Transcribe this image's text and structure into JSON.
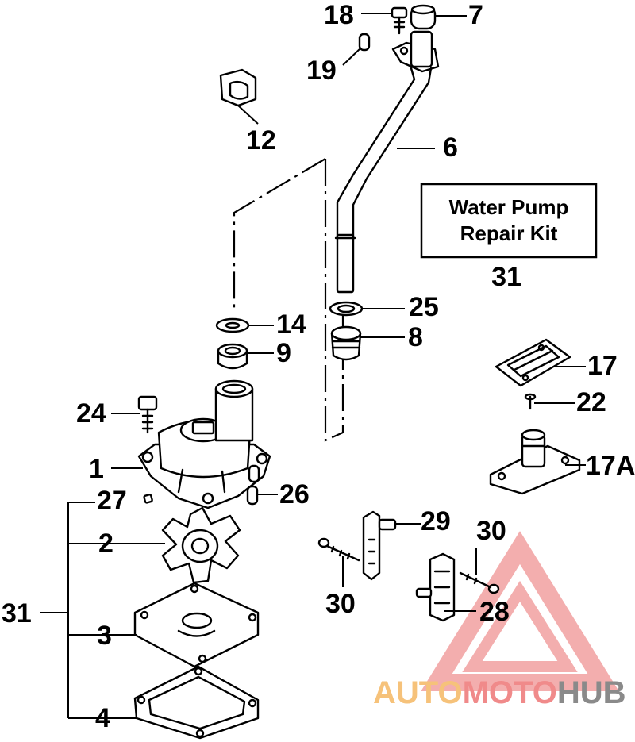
{
  "kit_box": {
    "line1": "Water Pump",
    "line2": "Repair Kit",
    "number": "31"
  },
  "callouts": {
    "c18": "18",
    "c7": "7",
    "c19": "19",
    "c12": "12",
    "c6": "6",
    "c14": "14",
    "c25": "25",
    "c9": "9",
    "c8": "8",
    "c17": "17",
    "c22": "22",
    "c24": "24",
    "c1": "1",
    "c17a": "17A",
    "c27": "27",
    "c26": "26",
    "c29": "29",
    "c2": "2",
    "c30a": "30",
    "c30b": "30",
    "c31": "31",
    "c3": "3",
    "c28": "28",
    "c4": "4"
  },
  "watermark": {
    "part1": "AUTO",
    "part2": "MOTO",
    "part3": "HUB",
    "color1": "#f6c27a",
    "color2": "#f08a8a",
    "color3": "#8a8a8a",
    "triangle_color": "#f2a0a0"
  }
}
